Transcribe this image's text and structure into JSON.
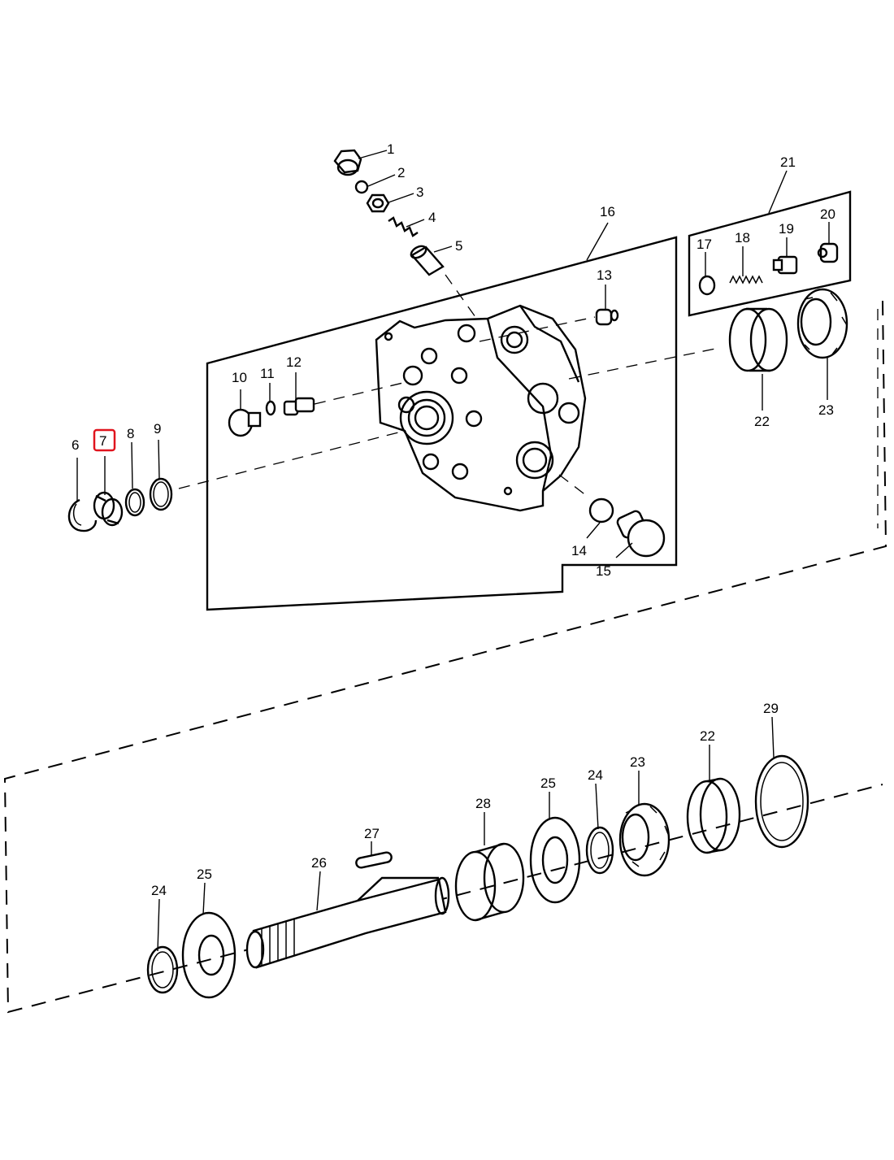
{
  "callouts": {
    "c1": "1",
    "c2": "2",
    "c3": "3",
    "c4": "4",
    "c5": "5",
    "c6": "6",
    "c7": "7",
    "c8": "8",
    "c9": "9",
    "c10": "10",
    "c11": "11",
    "c12": "12",
    "c13": "13",
    "c14": "14",
    "c15": "15",
    "c16": "16",
    "c17": "17",
    "c18": "18",
    "c19": "19",
    "c20": "20",
    "c21": "21",
    "c22a": "22",
    "c23a": "23",
    "c22b": "22",
    "c23b": "23",
    "c24a": "24",
    "c24b": "24",
    "c25a": "25",
    "c25b": "25",
    "c26": "26",
    "c27": "27",
    "c28": "28",
    "c29": "29"
  },
  "highlighted_callout": "7",
  "colors": {
    "highlight": "#e0141e",
    "line": "#000000"
  }
}
